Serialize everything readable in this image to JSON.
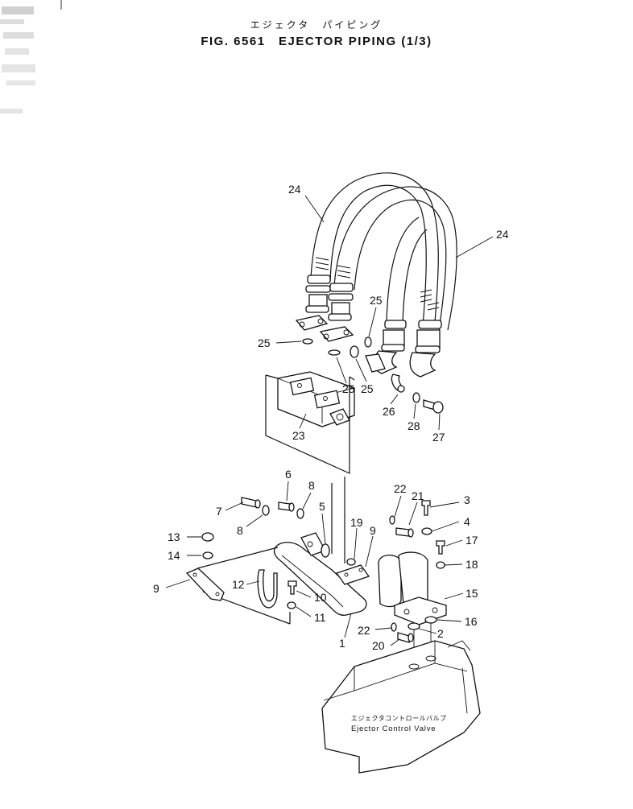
{
  "header": {
    "title_jp": "エジェクタ　パイピング",
    "title_en": "FIG. 6561　EJECTOR  PIPING  (1/3)"
  },
  "valve_label": {
    "jp": "エジェクタコントロールバルブ",
    "en": "Ejector  Control  Valve"
  },
  "callouts": [
    {
      "id": "c24a",
      "text": "24"
    },
    {
      "id": "c24b",
      "text": "24"
    },
    {
      "id": "c25a",
      "text": "25"
    },
    {
      "id": "c25b",
      "text": "25"
    },
    {
      "id": "c25c",
      "text": "25"
    },
    {
      "id": "c25d",
      "text": "25"
    },
    {
      "id": "c26",
      "text": "26"
    },
    {
      "id": "c28",
      "text": "28"
    },
    {
      "id": "c27",
      "text": "27"
    },
    {
      "id": "c23",
      "text": "23"
    },
    {
      "id": "c6",
      "text": "6"
    },
    {
      "id": "c8a",
      "text": "8"
    },
    {
      "id": "c7",
      "text": "7"
    },
    {
      "id": "c8b",
      "text": "8"
    },
    {
      "id": "c5",
      "text": "5"
    },
    {
      "id": "c13",
      "text": "13"
    },
    {
      "id": "c14",
      "text": "14"
    },
    {
      "id": "c9a",
      "text": "9"
    },
    {
      "id": "c12",
      "text": "12"
    },
    {
      "id": "c10",
      "text": "10"
    },
    {
      "id": "c11",
      "text": "11"
    },
    {
      "id": "c19",
      "text": "19"
    },
    {
      "id": "c9b",
      "text": "9"
    },
    {
      "id": "c22a",
      "text": "22"
    },
    {
      "id": "c21",
      "text": "21"
    },
    {
      "id": "c3",
      "text": "3"
    },
    {
      "id": "c4",
      "text": "4"
    },
    {
      "id": "c17",
      "text": "17"
    },
    {
      "id": "c18",
      "text": "18"
    },
    {
      "id": "c15",
      "text": "15"
    },
    {
      "id": "c16",
      "text": "16"
    },
    {
      "id": "c22b",
      "text": "22"
    },
    {
      "id": "c2",
      "text": "2"
    },
    {
      "id": "c20",
      "text": "20"
    },
    {
      "id": "c1",
      "text": "1"
    }
  ]
}
